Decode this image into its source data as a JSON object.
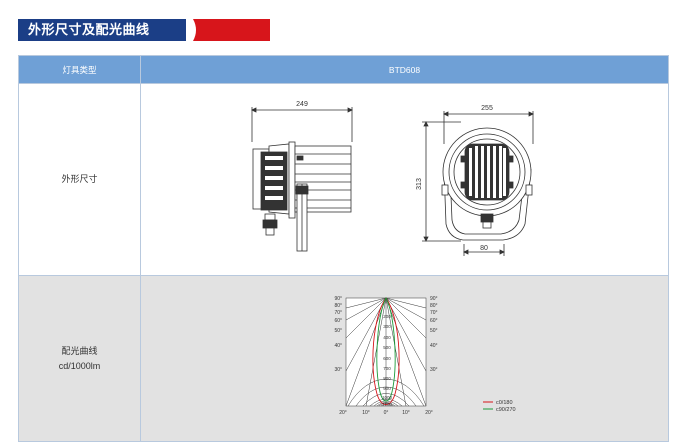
{
  "section": {
    "title": "外形尺寸及配光曲线",
    "colors": {
      "banner": "#1b3e86",
      "accent": "#d7151b",
      "header": "#6fa0d6"
    }
  },
  "table": {
    "header": {
      "type_label": "灯具类型",
      "model": "BTD608"
    },
    "dimensions_row": {
      "label": "外形尺寸",
      "side_width": "249",
      "front_width": "255",
      "front_height": "313",
      "base_width": "80"
    },
    "curve_row": {
      "label_line1": "配光曲线",
      "label_line2": "cd/1000lm",
      "left_angle_labels": [
        "90°",
        "80°",
        "70°",
        "60°",
        "50°",
        "40°",
        "30°"
      ],
      "right_angle_labels": [
        "90°",
        "80°",
        "70°",
        "60°",
        "50°",
        "40°",
        "30°"
      ],
      "bottom_angle_labels": [
        "20°",
        "10°",
        "0°",
        "10°",
        "20°"
      ],
      "radial_labels": [
        "200",
        "300",
        "400",
        "500",
        "600",
        "700",
        "800",
        "900",
        "1000",
        "1100"
      ],
      "legend": [
        {
          "name": "c0/180",
          "color": "#d7151b"
        },
        {
          "name": "c90/270",
          "color": "#1c9b3a"
        }
      ]
    }
  }
}
